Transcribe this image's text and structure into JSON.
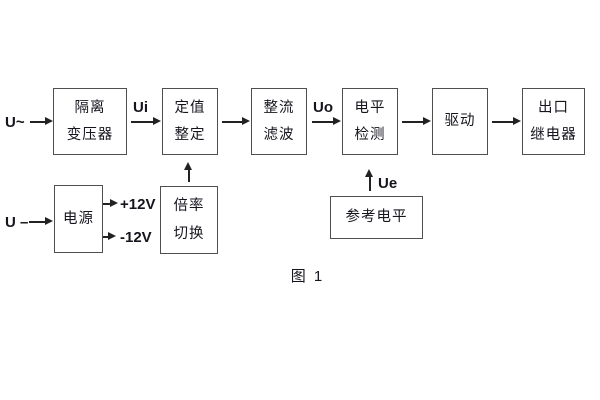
{
  "figure": {
    "caption": "图 1"
  },
  "inputs": {
    "ac_input_label": "U~",
    "dc_input_label": "U –"
  },
  "signals": {
    "ui": "Ui",
    "uo": "Uo",
    "ue": "Ue",
    "plus_12v": "+12V",
    "minus_12v": "-12V"
  },
  "blocks": {
    "isolation_transformer": {
      "line1": "隔离",
      "line2": "变压器"
    },
    "setting_adjust": {
      "line1": "定值",
      "line2": "整定"
    },
    "rectifier_filter": {
      "line1": "整流",
      "line2": "滤波"
    },
    "level_detector": {
      "line1": "电平",
      "line2": "检测"
    },
    "driver": {
      "line1": "驱动"
    },
    "output_relay": {
      "line1": "出口",
      "line2": "继电器"
    },
    "power_supply": {
      "line1": "电源"
    },
    "ratio_switch": {
      "line1": "倍率",
      "line2": "切换"
    },
    "reference_level": {
      "line1": "参考电平"
    }
  },
  "colors": {
    "background": "#ffffff",
    "box_border": "#4f4f4f",
    "arrow": "#222222",
    "text": "#15151e"
  }
}
